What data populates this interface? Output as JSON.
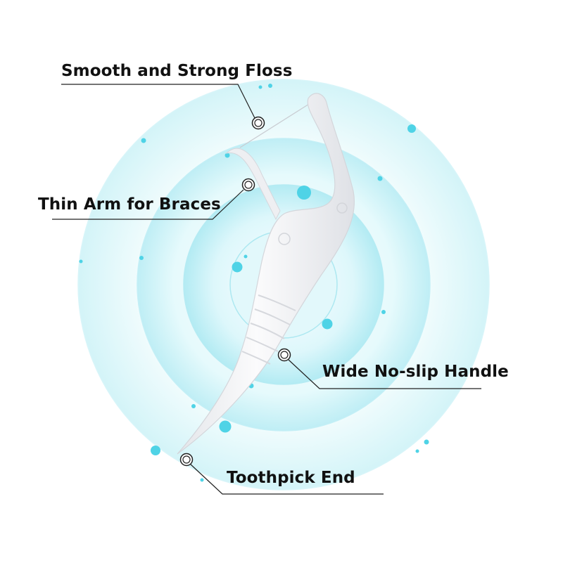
{
  "colors": {
    "background": "#ffffff",
    "ring_light": "#eafbfd",
    "ring_mid": "#c9f1f7",
    "ring_edge": "#a6e6f0",
    "dot": "#4fd3e6",
    "pick_body": "#f6f6f8",
    "pick_shadow": "#d9dbe0",
    "callout_line": "#222222",
    "text": "#111111"
  },
  "callouts": [
    {
      "id": "floss",
      "label": "Smooth and Strong Floss"
    },
    {
      "id": "arm",
      "label": "Thin Arm for Braces"
    },
    {
      "id": "handle",
      "label": "Wide No-slip Handle"
    },
    {
      "id": "toothpick",
      "label": "Toothpick End"
    }
  ]
}
